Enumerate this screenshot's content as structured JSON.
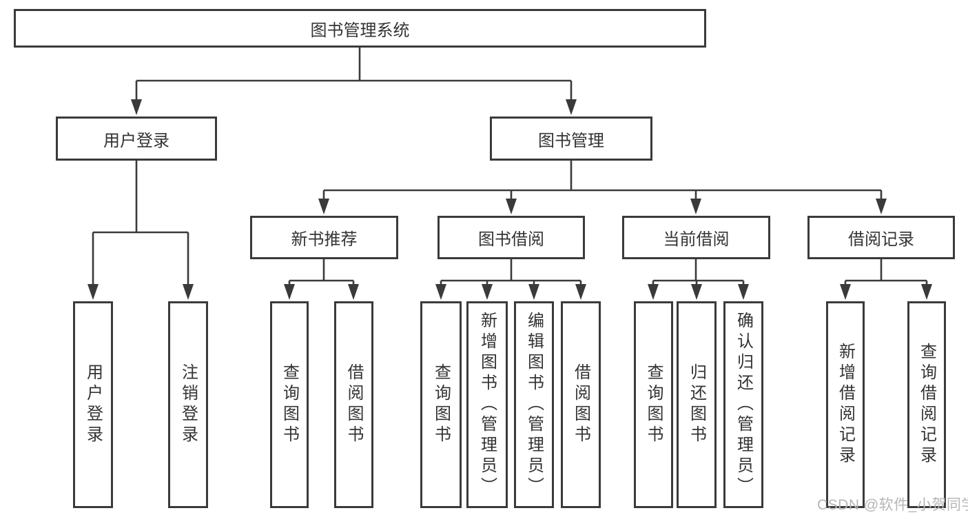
{
  "tree": {
    "root": {
      "label": "图书管理系统"
    },
    "level2": [
      {
        "label": "用户登录"
      },
      {
        "label": "图书管理"
      }
    ],
    "level3": [
      {
        "label": "新书推荐",
        "parent": "图书管理"
      },
      {
        "label": "图书借阅",
        "parent": "图书管理"
      },
      {
        "label": "当前借阅",
        "parent": "图书管理"
      },
      {
        "label": "借阅记录",
        "parent": "图书管理"
      }
    ],
    "leaves": [
      {
        "label": "用户登录",
        "parent": "用户登录"
      },
      {
        "label": "注销登录",
        "parent": "用户登录"
      },
      {
        "label": "查询图书",
        "parent": "新书推荐"
      },
      {
        "label": "借阅图书",
        "parent": "新书推荐"
      },
      {
        "label": "查询图书",
        "parent": "图书借阅"
      },
      {
        "label": "新增图书（管理员）",
        "parent": "图书借阅"
      },
      {
        "label": "编辑图书（管理员）",
        "parent": "图书借阅"
      },
      {
        "label": "借阅图书",
        "parent": "图书借阅"
      },
      {
        "label": "查询图书",
        "parent": "当前借阅"
      },
      {
        "label": "归还图书",
        "parent": "当前借阅"
      },
      {
        "label": "确认归还（管理员）",
        "parent": "当前借阅"
      },
      {
        "label": "新增借阅记录",
        "parent": "借阅记录"
      },
      {
        "label": "查询借阅记录",
        "parent": "借阅记录"
      }
    ]
  },
  "watermark": "CSDN @软件_小贺同学",
  "colors": {
    "line": "#3a3a3a",
    "text": "#333333",
    "box_background": "#ffffff",
    "watermark": "#b5b5b5"
  }
}
